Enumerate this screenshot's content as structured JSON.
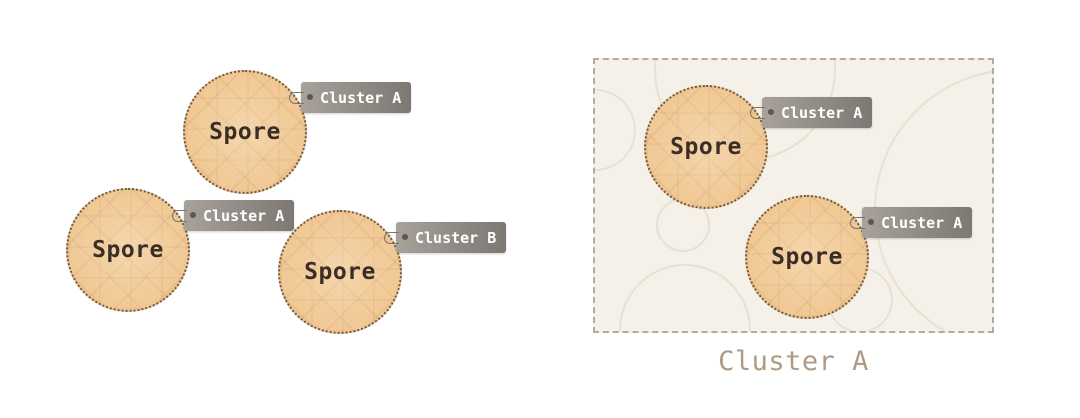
{
  "spores": [
    {
      "label": "Spore",
      "tag": "Cluster A"
    },
    {
      "label": "Spore",
      "tag": "Cluster A"
    },
    {
      "label": "Spore",
      "tag": "Cluster B"
    },
    {
      "label": "Spore",
      "tag": "Cluster A"
    },
    {
      "label": "Spore",
      "tag": "Cluster A"
    }
  ],
  "cluster": {
    "caption": "Cluster A"
  },
  "colors": {
    "spore_fill": "#f0c894",
    "spore_border": "#6e5a48",
    "tag_fill": "#8f8a84",
    "cluster_fill": "#f5f1e8",
    "cluster_border": "#b5aa9c",
    "caption_text": "#b09a82"
  }
}
